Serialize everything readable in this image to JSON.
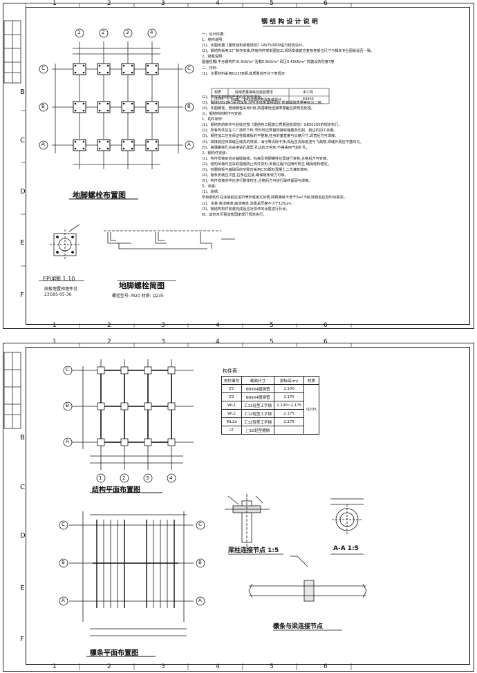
{
  "sheet1": {
    "ruler_top": [
      "1",
      "2",
      "3",
      "4",
      "5",
      "6"
    ],
    "ruler_side": [
      "B",
      "C",
      "D",
      "E",
      "F"
    ],
    "title": "钢 结 构 设 计 说 明",
    "plan_title": "地脚螺栓布置图",
    "plan_axes_top": [
      "1",
      "2",
      "3",
      "4"
    ],
    "plan_axes_side": [
      "C",
      "B",
      "A"
    ],
    "ep_title": "EP详图 1:10",
    "ep_note1": "底板埋置预埋件见",
    "ep_note2": "23G95-05-36",
    "bolt_title": "地脚螺栓简图",
    "bolt_note": "螺栓型号: M20 材质: Q235",
    "notes": [
      "一、设计依据:",
      "1、结构说明:",
      "(1)、本图依据《建筑结构荷载规范》GB/T50009进行结构设计。",
      "(2)、钢结构采用工厂制作安装,所有构件按本图加工,现场安装前应复核各部位尺寸与相关专业图纸是否一致。",
      "2、荷载说明:",
      "屋面恒载(不含钢构件)0.3kN/m²  活载0.5kN/m²    风压0.45kN/m²   抗震设防烈度7度",
      "二、材料:",
      "(1)、主要材料采用Q235B钢,其质量应符合下表规定:",
      "(2)、不得采用锈蚀严重的型钢与钢板。",
      "(3)、焊接材料:E43系列焊条,应与主体金属相适应,所有焊缝质量等级为二级。",
      "(4)、本图螺栓、普通螺栓采用C级,高强螺栓连接摩擦面应按规范处理。",
      "三、钢结构的制作与安装:",
      "1、构件制作:",
      "(1)、钢结构的制作与验收应按《钢结构工程施工质量验收规范》GB50205的规定执行。",
      "(2)、所有构件应在工厂放样下料,号料时应预留焊接收缩量及切割、刨边的加工余量。",
      "(3)、钢柱加工应先保证柱脚底板的平整度,柱身的垂直度与长度尺寸,调直后方可焊接。",
      "(4)、焊接前应将焊缝区域内的铁锈、油污等清除干净,焊后应清除熔渣与飞溅物,焊缝外观应平整均匀。",
      "(5)、高强螺栓孔应采用钻孔成型,孔边应无毛刺,不得采用气割扩孔。",
      "2、钢构件安装:",
      "(1)、构件安装前应对基础轴线、标高及地脚螺栓位置进行复核,合格后方可安装。",
      "(2)、结构吊装时应采取措施防止构件变形,安装过程中应随时校正,确保结构稳定。",
      "(3)、柱脚底板与基础间的空隙应采用C30细石混凝土二次灌浆填实。",
      "(4)、檩条安装应平直,拉条应拉紧,确保檩条受力可靠。",
      "(5)、构件安装完毕应进行整体校正,合格后方可进行最终紧固与焊接。",
      "3、涂装:",
      "(1)、除锈:",
      "所有钢构件在涂装前应进行喷砂或抛丸除锈,除锈等级不低于Sa2.5级,除锈后应及时涂底漆。",
      "(2)、涂装:底漆两道,面漆两道,漆膜总厚度不小于125μm。",
      "(3)、钢结构构件安装完成后应对损坏的涂层进行补涂。",
      "四、其他未尽事宜按国家现行规范执行。"
    ],
    "mat_table_headers": [
      "材质",
      "焊缝质量等级及检验要求",
      "手工焊"
    ],
    "mat_table_row": [
      "Q235",
      "HRBL、E43型钢结构焊条或焊丝",
      "E4303"
    ]
  },
  "sheet2": {
    "ruler_top": [
      "1",
      "2",
      "3",
      "4",
      "5",
      "6"
    ],
    "ruler_side": [
      "B",
      "C",
      "D",
      "E",
      "F"
    ],
    "structure_title": "结构平面布置图",
    "purlin_title": "檩条平面布置图",
    "beam_col_title": "梁柱连接节点 1:5",
    "aa_title": "A-A 1:5",
    "purlin_beam_title": "檩条与梁连接节点",
    "parts_label": "构件表",
    "parts_headers": [
      "构件编号",
      "截面尺寸",
      "梁标高(m)",
      "材质"
    ],
    "parts_rows": [
      [
        "Z1",
        "Φ89X4圆钢管",
        "2.100",
        ""
      ],
      [
        "Z2",
        "Φ89X4圆钢管",
        "2.175",
        ""
      ],
      [
        "WL1",
        "工12轻型工字钢",
        "2.100~2.175",
        "Q235"
      ],
      [
        "WL2",
        "工12轻型工字钢",
        "2.175",
        ""
      ],
      [
        "WL2a",
        "工12轻型工字钢",
        "2.175",
        ""
      ],
      [
        "LT",
        "□10轻型槽钢",
        "",
        ""
      ]
    ],
    "axes_top": [
      "1",
      "2",
      "3",
      "4"
    ],
    "axes_side": [
      "C",
      "B",
      "A"
    ]
  }
}
